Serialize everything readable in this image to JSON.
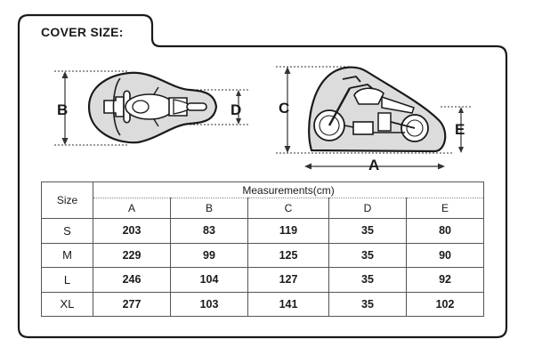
{
  "title": "COVER SIZE:",
  "diagram": {
    "labels": {
      "a": "A",
      "b": "B",
      "c": "C",
      "d": "D",
      "e": "E"
    }
  },
  "table": {
    "size_header": "Size",
    "measure_header": "Measurements(cm)",
    "columns": [
      "A",
      "B",
      "C",
      "D",
      "E"
    ],
    "rows": [
      {
        "size": "S",
        "values": [
          "203",
          "83",
          "119",
          "35",
          "80"
        ]
      },
      {
        "size": "M",
        "values": [
          "229",
          "99",
          "125",
          "35",
          "90"
        ]
      },
      {
        "size": "L",
        "values": [
          "246",
          "104",
          "127",
          "35",
          "92"
        ]
      },
      {
        "size": "XL",
        "values": [
          "277",
          "103",
          "141",
          "35",
          "102"
        ]
      }
    ]
  }
}
